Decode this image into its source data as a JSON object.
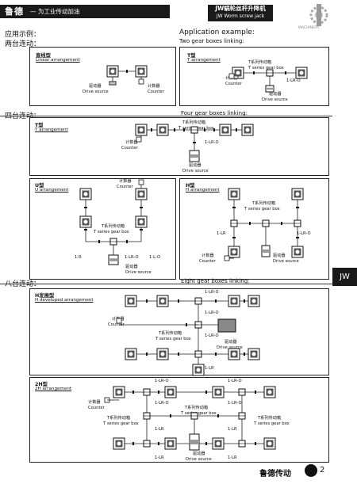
{
  "header": {
    "brand": "鲁德",
    "slogan": "— 为工业传动加油",
    "product_cn": "JW蜗轮丝杆升降机",
    "product_en": "JW Worm screw jack",
    "logo_text": "MACHINERY"
  },
  "intro": {
    "cn": "应用示例：",
    "en": "Application example:"
  },
  "two": {
    "cn": "两台连动：",
    "en": "Two gear boxes linking:",
    "linear": {
      "title": "直线型",
      "sub": "Linear arrangement",
      "drive_cn": "驱动器",
      "drive_en": "Drive source",
      "counter_cn": "计数器",
      "counter_en": "Counter"
    },
    "t": {
      "title": "T型",
      "sub": "T arrangement",
      "gear_cn": "T系列传动箱",
      "gear_en": "T series gear box",
      "lro": "1-LR-O",
      "counter_cn": "计数器",
      "counter_en": "Counter",
      "drive_cn": "驱动器",
      "drive_en": "Drive source"
    }
  },
  "four": {
    "cn": "四台连动：",
    "en": "Four gear boxes linking:",
    "t": {
      "title": "T型",
      "sub": "T arrangement",
      "gear_cn": "T系列传动箱",
      "gear_en": "T series gear box",
      "lro": "1-LR-O",
      "counter_cn": "计数器",
      "counter_en": "Counter",
      "drive_cn": "驱动器",
      "drive_en": "Drive source"
    },
    "u": {
      "title": "U型",
      "sub": "U arrangement",
      "counter_cn": "计数器",
      "counter_en": "Counter",
      "gear_cn": "T系列传动箱",
      "gear_en": "T series gear box",
      "r": "1-R",
      "lro": "1-LR-O",
      "lo": "1-L-O",
      "drive_cn": "驱动器",
      "drive_en": "Drive source"
    },
    "h": {
      "title": "H型",
      "sub": "H arrangement",
      "gear_cn": "T系列传动箱",
      "gear_en": "T series gear box",
      "lr": "1-LR",
      "lro": "1-LR-O",
      "counter_cn": "计数器",
      "counter_en": "Counter",
      "drive_cn": "驱动器",
      "drive_en": "Drive source"
    }
  },
  "eight": {
    "cn": "八台连动：",
    "en": "Eight gear boxes linking:",
    "h": {
      "title": "H发展型",
      "sub": "H developed arrangement",
      "lro": "1-LR-O",
      "counter_cn": "计数器",
      "counter_en": "Counter",
      "gear_cn": "T系列传动箱",
      "gear_en": "T series gear box",
      "drive_cn": "驱动器",
      "drive_en": "Drive source",
      "lr": "1-LR"
    },
    "h2": {
      "title": "2H型",
      "sub": "2H arrangement",
      "lro": "1-LR-O",
      "lr": "1-LR",
      "counter_cn": "计数器",
      "counter_en": "Counter",
      "gear_cn": "T系列传动箱",
      "gear_en": "T series gear box",
      "drive_cn": "驱动器",
      "drive_en": "Drive source"
    }
  },
  "side_tab": "JW",
  "footer": {
    "brand": "鲁德传动",
    "page": "2"
  }
}
